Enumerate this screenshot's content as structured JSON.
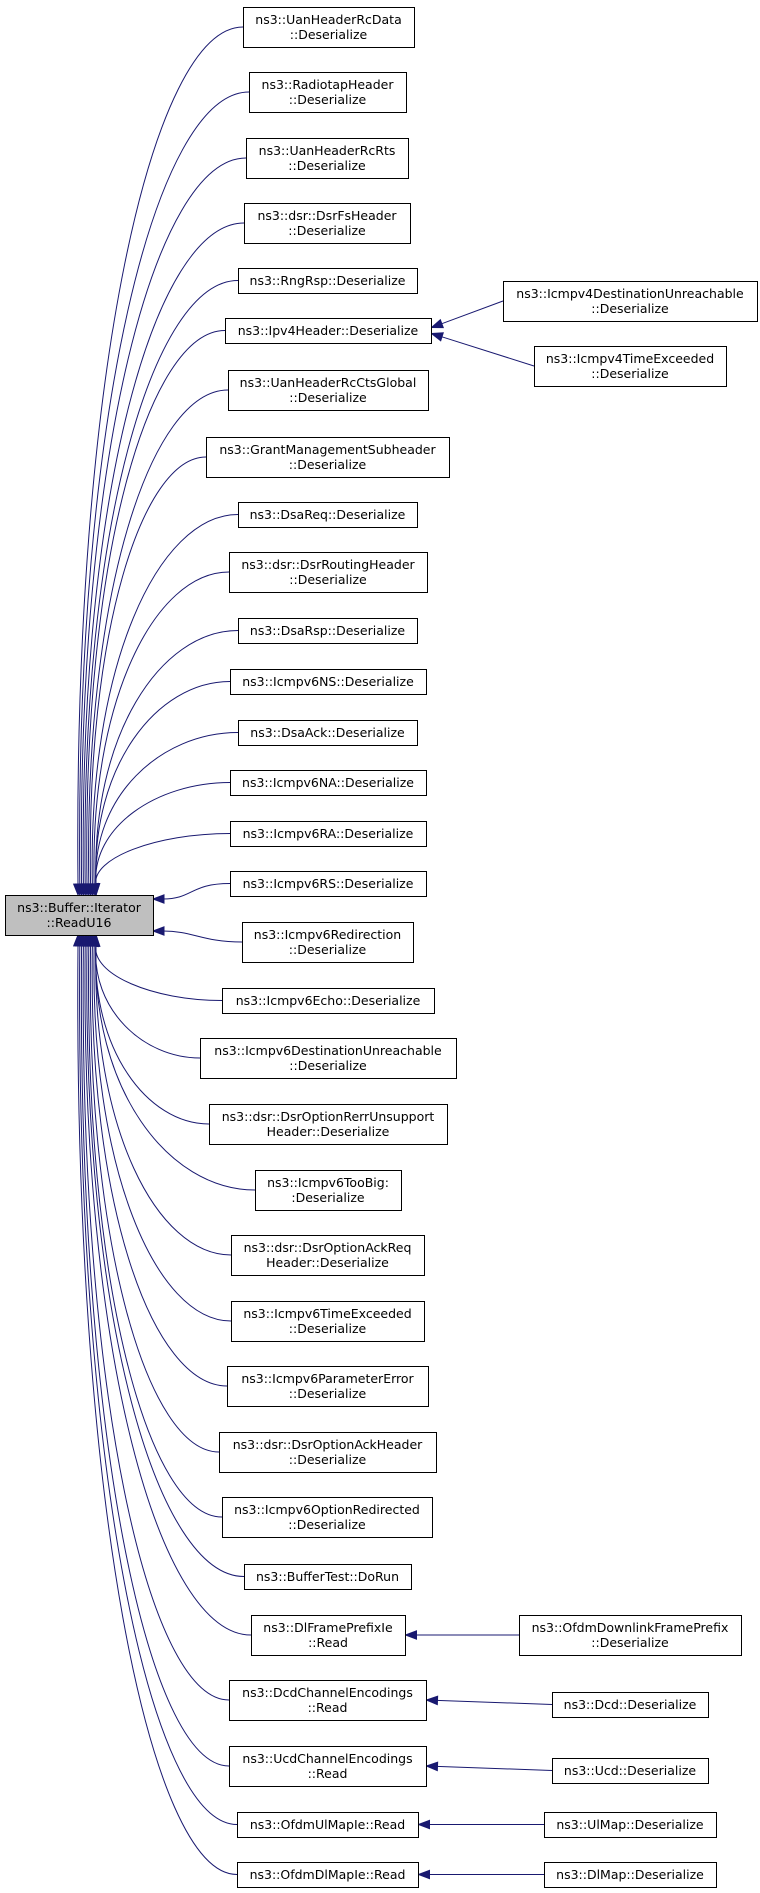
{
  "root": {
    "line1": "ns3::Buffer::Iterator",
    "line2": "::ReadU16"
  },
  "callers": [
    {
      "id": "uan-rcdata",
      "line1": "ns3::UanHeaderRcData",
      "line2": "::Deserialize"
    },
    {
      "id": "radiotap",
      "line1": "ns3::RadiotapHeader",
      "line2": "::Deserialize"
    },
    {
      "id": "uan-rcrts",
      "line1": "ns3::UanHeaderRcRts",
      "line2": "::Deserialize"
    },
    {
      "id": "dsr-fs",
      "line1": "ns3::dsr::DsrFsHeader",
      "line2": "::Deserialize"
    },
    {
      "id": "rngrsp",
      "line1": "ns3::RngRsp::Deserialize",
      "line2": ""
    },
    {
      "id": "ipv4header",
      "line1": "ns3::Ipv4Header::Deserialize",
      "line2": ""
    },
    {
      "id": "uan-ctsglobal",
      "line1": "ns3::UanHeaderRcCtsGlobal",
      "line2": "::Deserialize"
    },
    {
      "id": "grant-mgmt",
      "line1": "ns3::GrantManagementSubheader",
      "line2": "::Deserialize"
    },
    {
      "id": "dsareq",
      "line1": "ns3::DsaReq::Deserialize",
      "line2": ""
    },
    {
      "id": "dsr-routing",
      "line1": "ns3::dsr::DsrRoutingHeader",
      "line2": "::Deserialize"
    },
    {
      "id": "dsarsp",
      "line1": "ns3::DsaRsp::Deserialize",
      "line2": ""
    },
    {
      "id": "icmpv6ns",
      "line1": "ns3::Icmpv6NS::Deserialize",
      "line2": ""
    },
    {
      "id": "dsaack",
      "line1": "ns3::DsaAck::Deserialize",
      "line2": ""
    },
    {
      "id": "icmpv6na",
      "line1": "ns3::Icmpv6NA::Deserialize",
      "line2": ""
    },
    {
      "id": "icmpv6ra",
      "line1": "ns3::Icmpv6RA::Deserialize",
      "line2": ""
    },
    {
      "id": "icmpv6rs",
      "line1": "ns3::Icmpv6RS::Deserialize",
      "line2": ""
    },
    {
      "id": "icmpv6redir",
      "line1": "ns3::Icmpv6Redirection",
      "line2": "::Deserialize"
    },
    {
      "id": "icmpv6echo",
      "line1": "ns3::Icmpv6Echo::Deserialize",
      "line2": ""
    },
    {
      "id": "icmpv6dest",
      "line1": "ns3::Icmpv6DestinationUnreachable",
      "line2": "::Deserialize"
    },
    {
      "id": "dsr-rerr",
      "line1": "ns3::dsr::DsrOptionRerrUnsupport",
      "line2": "Header::Deserialize"
    },
    {
      "id": "icmpv6toobig",
      "line1": "ns3::Icmpv6TooBig:",
      "line2": ":Deserialize"
    },
    {
      "id": "dsr-ackreq",
      "line1": "ns3::dsr::DsrOptionAckReq",
      "line2": "Header::Deserialize"
    },
    {
      "id": "icmpv6time",
      "line1": "ns3::Icmpv6TimeExceeded",
      "line2": "::Deserialize"
    },
    {
      "id": "icmpv6param",
      "line1": "ns3::Icmpv6ParameterError",
      "line2": "::Deserialize"
    },
    {
      "id": "dsr-ack",
      "line1": "ns3::dsr::DsrOptionAckHeader",
      "line2": "::Deserialize"
    },
    {
      "id": "icmpv6optredir",
      "line1": "ns3::Icmpv6OptionRedirected",
      "line2": "::Deserialize"
    },
    {
      "id": "buffertest",
      "line1": "ns3::BufferTest::DoRun",
      "line2": ""
    },
    {
      "id": "dlframeprefix",
      "line1": "ns3::DlFramePrefixIe",
      "line2": "::Read"
    },
    {
      "id": "dcdchannel",
      "line1": "ns3::DcdChannelEncodings",
      "line2": "::Read"
    },
    {
      "id": "ucdchannel",
      "line1": "ns3::UcdChannelEncodings",
      "line2": "::Read"
    },
    {
      "id": "ofdmulmap",
      "line1": "ns3::OfdmUlMapIe::Read",
      "line2": ""
    },
    {
      "id": "ofdmdlmap",
      "line1": "ns3::OfdmDlMapIe::Read",
      "line2": ""
    }
  ],
  "secondary": [
    {
      "id": "icmpv4dest",
      "caller": "ipv4header",
      "line1": "ns3::Icmpv4DestinationUnreachable",
      "line2": "::Deserialize"
    },
    {
      "id": "icmpv4time",
      "caller": "ipv4header",
      "line1": "ns3::Icmpv4TimeExceeded",
      "line2": "::Deserialize"
    },
    {
      "id": "ofdmdlframe",
      "caller": "dlframeprefix",
      "line1": "ns3::OfdmDownlinkFramePrefix",
      "line2": "::Deserialize"
    },
    {
      "id": "dcd",
      "caller": "dcdchannel",
      "line1": "ns3::Dcd::Deserialize",
      "line2": ""
    },
    {
      "id": "ucd",
      "caller": "ucdchannel",
      "line1": "ns3::Ucd::Deserialize",
      "line2": ""
    },
    {
      "id": "ulmap",
      "caller": "ofdmulmap",
      "line1": "ns3::UlMap::Deserialize",
      "line2": ""
    },
    {
      "id": "dlmap",
      "caller": "ofdmdlmap",
      "line1": "ns3::DlMap::Deserialize",
      "line2": ""
    }
  ],
  "colors": {
    "edge": "#191970",
    "root_fill": "#bfbfbf",
    "node_fill": "#ffffff"
  }
}
